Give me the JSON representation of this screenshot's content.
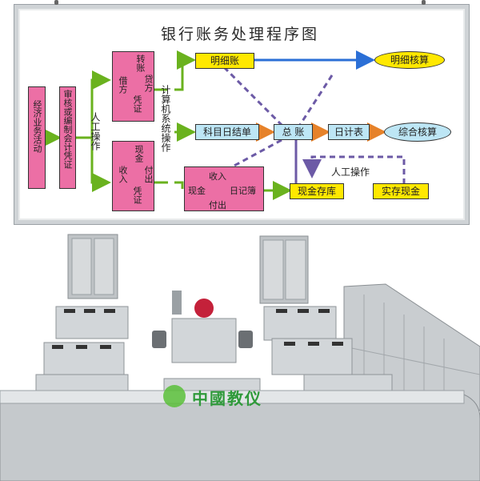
{
  "diagram": {
    "title": "银行账务处理程序图",
    "nodes": {
      "econ": "经济业务活动",
      "audit": "审核或编制会计凭证",
      "manual_op_left": "人工操作",
      "transfer_top": "转账",
      "transfer_left": "借方",
      "transfer_right": "贷方",
      "transfer_bottom": "凭证",
      "cash_top": "现金",
      "cash_left": "收入",
      "cash_right": "付出",
      "cash_bottom": "凭证",
      "computer_op": "计算机系统操作",
      "detail_ledger": "明细账",
      "detail_check": "明细核算",
      "subject_daily": "科目日结单",
      "general_ledger": "总 账",
      "daily_table": "日计表",
      "combined_check": "综合核算",
      "cashbook_top": "收入",
      "cashbook_left": "现金",
      "cashbook_right": "日记簿",
      "cashbook_bottom": "付出",
      "cash_deposit": "现金存库",
      "actual_cash": "实存现金",
      "manual_op_right": "人工操作"
    }
  },
  "watermark": {
    "text": "中國教仪"
  },
  "colors": {
    "pink": "#ec6fa5",
    "yellow": "#ffe800",
    "lightblue": "#bde6f5",
    "green": "#6ab21e",
    "orange": "#e6822a",
    "blue": "#2b6fd6",
    "purple": "#6c5aa6"
  }
}
